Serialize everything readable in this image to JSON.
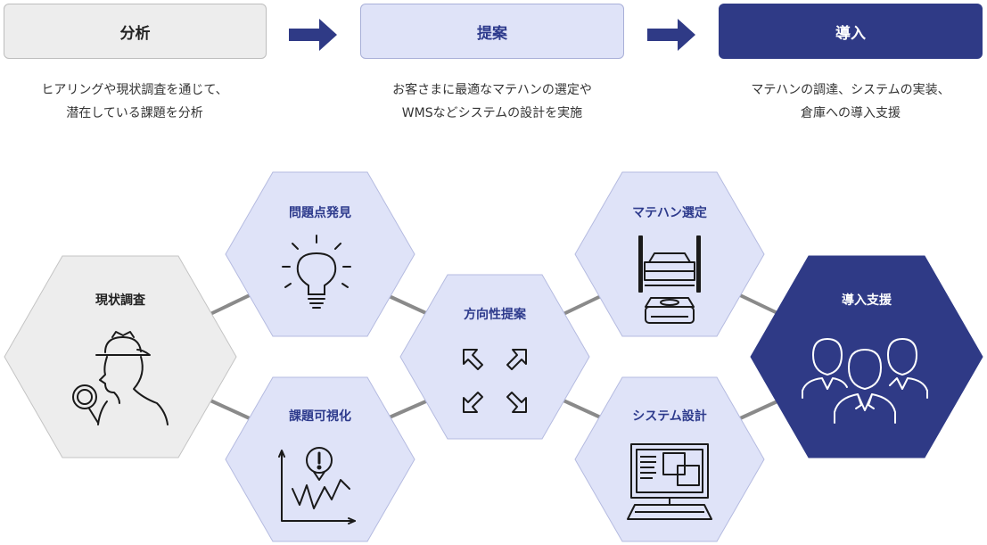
{
  "steps": [
    {
      "label": "分析",
      "desc_line1": "ヒアリングや現状調査を通じて、",
      "desc_line2": "潜在している課題を分析"
    },
    {
      "label": "提案",
      "desc_line1": "お客さまに最適なマテハンの選定や",
      "desc_line2": "WMSなどシステムの設計を実施"
    },
    {
      "label": "導入",
      "desc_line1": "マテハンの調達、システムの実装、",
      "desc_line2": "倉庫への導入支援"
    }
  ],
  "hexagons": {
    "current_survey": "現状調査",
    "problem_discovery": "問題点発見",
    "issue_visualization": "課題可視化",
    "direction_proposal": "方向性提案",
    "materials_selection": "マテハン選定",
    "system_design": "システム設計",
    "implementation_support": "導入支援"
  },
  "colors": {
    "gray_fill": "#ededed",
    "light_fill": "#dfe3f8",
    "navy": "#2f3a86",
    "connector": "#8a8a8a"
  },
  "icons": [
    "detective-icon",
    "lightbulb-icon",
    "chart-alert-icon",
    "expand-arrows-icon",
    "rack-machine-icon",
    "computer-icon",
    "team-icon"
  ]
}
